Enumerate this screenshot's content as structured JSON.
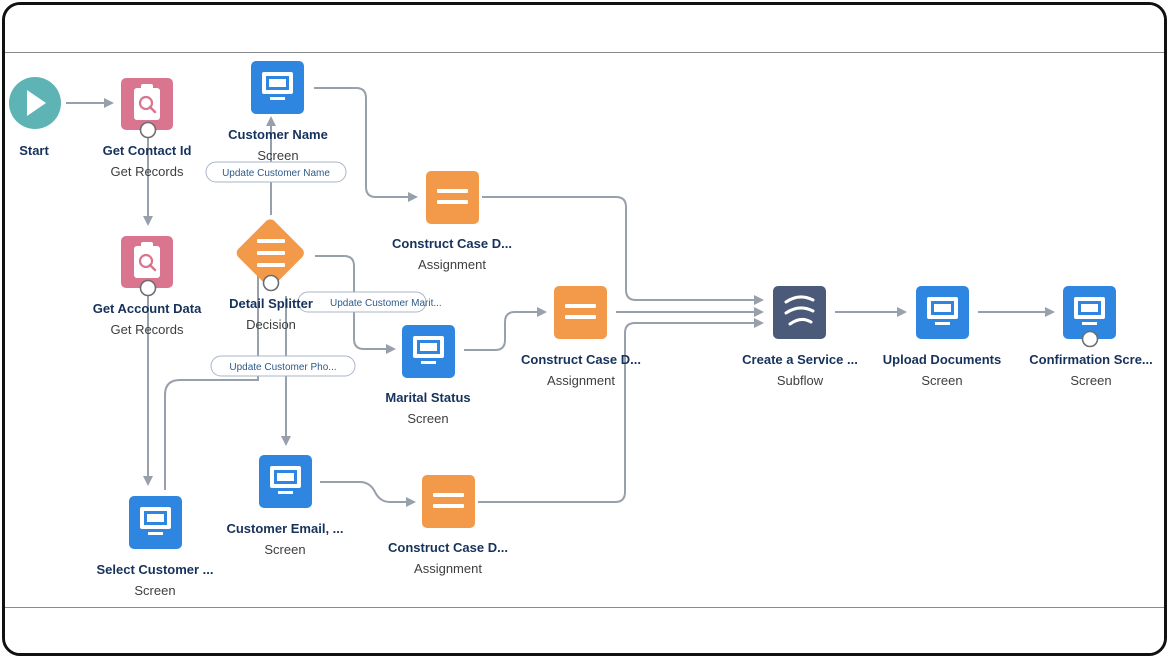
{
  "colors": {
    "start": "#5eb4b4",
    "record": "#d9758e",
    "screen": "#2f86e0",
    "assignment": "#f2994a",
    "decision": "#f2994a",
    "subflow": "#4a5a78",
    "connector": "#97a0ab",
    "title_text": "#16325c"
  },
  "nodes": {
    "start": {
      "title": "Start",
      "type": "",
      "icon": "play-icon"
    },
    "get_contact": {
      "title": "Get Contact Id",
      "type": "Get Records",
      "icon": "record-lookup-icon"
    },
    "get_account": {
      "title": "Get Account Data",
      "type": "Get Records",
      "icon": "record-lookup-icon"
    },
    "customer_name": {
      "title": "Customer Name",
      "type": "Screen",
      "icon": "screen-icon"
    },
    "detail_splitter": {
      "title": "Detail Splitter",
      "type": "Decision",
      "icon": "decision-icon"
    },
    "marital_status": {
      "title": "Marital Status",
      "type": "Screen",
      "icon": "screen-icon"
    },
    "customer_email": {
      "title": "Customer Email, ...",
      "type": "Screen",
      "icon": "screen-icon"
    },
    "select_customer": {
      "title": "Select Customer ...",
      "type": "Screen",
      "icon": "screen-icon"
    },
    "construct_1": {
      "title": "Construct Case D...",
      "type": "Assignment",
      "icon": "assignment-icon"
    },
    "construct_2": {
      "title": "Construct Case D...",
      "type": "Assignment",
      "icon": "assignment-icon"
    },
    "construct_3": {
      "title": "Construct Case D...",
      "type": "Assignment",
      "icon": "assignment-icon"
    },
    "create_service": {
      "title": "Create a Service ...",
      "type": "Subflow",
      "icon": "subflow-icon"
    },
    "upload_documents": {
      "title": "Upload Documents",
      "type": "Screen",
      "icon": "screen-icon"
    },
    "confirmation": {
      "title": "Confirmation Scre...",
      "type": "Screen",
      "icon": "screen-icon"
    }
  },
  "outcomes": {
    "update_name": "Update Customer Name",
    "update_marital": "Update Customer Marit...",
    "update_phone": "Update Customer Pho..."
  }
}
